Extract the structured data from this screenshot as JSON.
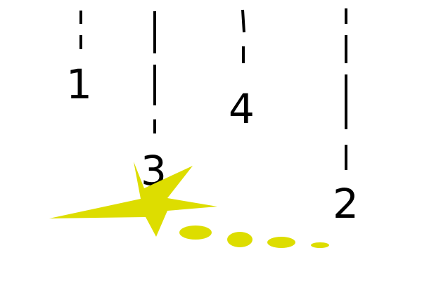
{
  "labels": {
    "one": "1",
    "two": "2",
    "three": "3",
    "four": "4"
  },
  "colors": {
    "line": "#000000",
    "star": "#dddd00",
    "background": "#ffffff"
  },
  "icons": {
    "shooting_star": "shooting-star-icon"
  }
}
